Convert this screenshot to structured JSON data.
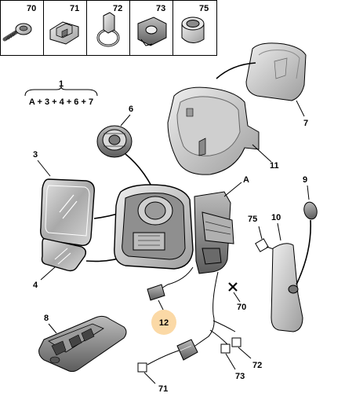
{
  "header_row": {
    "items": [
      {
        "ref": "70",
        "icon": "screw-icon"
      },
      {
        "ref": "71",
        "icon": "clip-icon"
      },
      {
        "ref": "72",
        "icon": "cable-tie-icon"
      },
      {
        "ref": "73",
        "icon": "cable-clip-icon"
      },
      {
        "ref": "75",
        "icon": "grommet-icon"
      }
    ]
  },
  "assembly": {
    "ref": "1",
    "formula": "A + 3 + 4 + 6 + 7"
  },
  "callouts": {
    "p3": "3",
    "p4": "4",
    "p6": "6",
    "p7": "7",
    "p8": "8",
    "p9": "9",
    "p10": "10",
    "p11": "11",
    "pA": "A",
    "p70": "70",
    "p71": "71",
    "p72": "72",
    "p73": "73",
    "p75": "75",
    "p12": "12"
  },
  "colors": {
    "highlight_badge": "#fbd9a6",
    "part_fill": "#d3d3d3",
    "part_dark": "#7a7a7a"
  }
}
